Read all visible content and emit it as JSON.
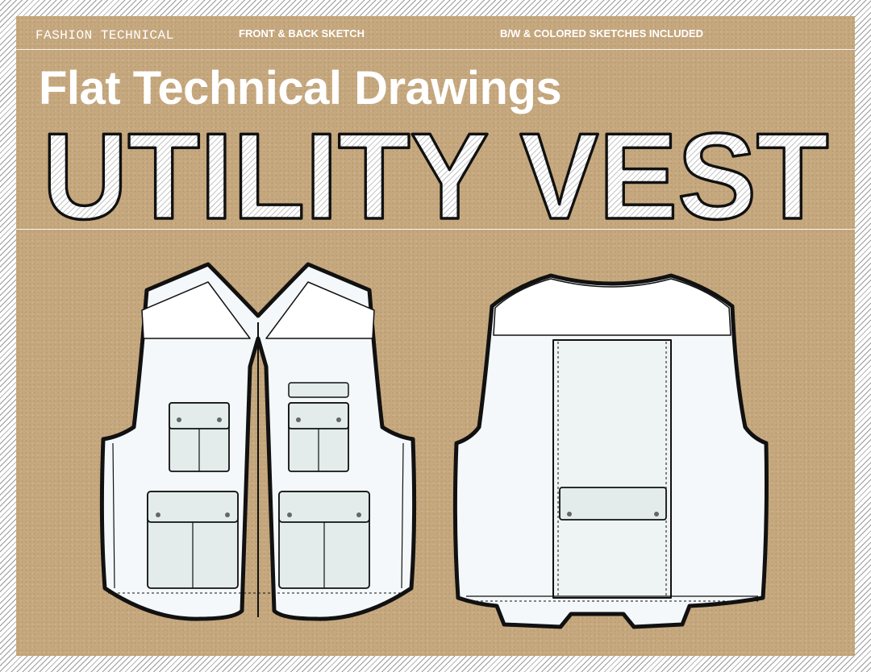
{
  "header": {
    "left": "FASHION TECHNICAL",
    "middle": "FRONT & BACK SKETCH",
    "right": "B/W & COLORED SKETCHES INCLUDED"
  },
  "title": "Flat Technical Drawings",
  "headline": "UTILITY VEST",
  "colors": {
    "kraft": "#c6a87f",
    "garment": "#f4f8fa",
    "pocket": "#e3ebeb",
    "outline": "#111111"
  }
}
